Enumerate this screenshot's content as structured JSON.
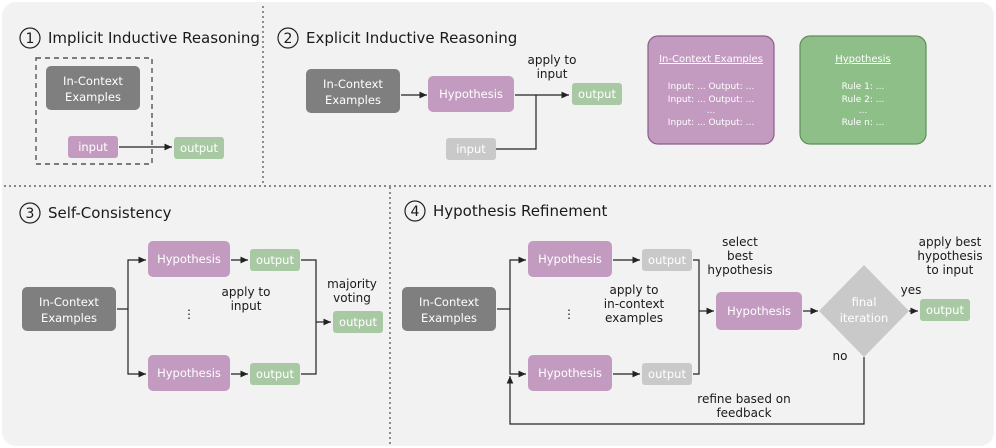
{
  "colors": {
    "panel": "#f2f2f2",
    "gray_box": "#7f7f7f",
    "purple_box": "#c39bc1",
    "green_box": "#a9c9a4",
    "light_gray_box": "#c9c9c9",
    "hyp_card": "#8fbf88",
    "diamond": "#c9c9c9"
  },
  "panel1": {
    "number": "1",
    "title": "Implicit Inductive Reasoning",
    "icl": "In-Context Examples",
    "input": "input",
    "output": "output"
  },
  "panel2": {
    "number": "2",
    "title": "Explicit Inductive Reasoning",
    "icl": "In-Context Examples",
    "hypothesis": "Hypothesis",
    "apply_label": [
      "apply to",
      "input"
    ],
    "output": "output",
    "input": "input",
    "icl_card": {
      "title": "In-Context Examples",
      "lines": [
        "Input: ... Output: ...",
        "Input: ... Output: ...",
        "...",
        "Input: ... Output: ..."
      ]
    },
    "hyp_card": {
      "title": "Hypothesis",
      "lines": [
        "Rule 1: ...",
        "Rule 2: ...",
        "...",
        "Rule n: ..."
      ]
    }
  },
  "panel3": {
    "number": "3",
    "title": "Self-Consistency",
    "icl": "In-Context Examples",
    "hyp_top": "Hypothesis",
    "hyp_bottom": "Hypothesis",
    "out_top": "output",
    "out_bottom": "output",
    "apply_label": [
      "apply to",
      "input"
    ],
    "ellipsis": "⋮",
    "vote_label": [
      "majority",
      "voting"
    ],
    "final_output": "output"
  },
  "panel4": {
    "number": "4",
    "title": "Hypothesis Refinement",
    "icl": "In-Context Examples",
    "hyp_top": "Hypothesis",
    "hyp_bottom": "Hypothesis",
    "out_top": "output",
    "out_bottom": "output",
    "apply_label": [
      "apply to",
      "in-context",
      "examples"
    ],
    "ellipsis": "⋮",
    "select_label": [
      "select",
      "best",
      "hypothesis"
    ],
    "best_hyp": "Hypothesis",
    "decision": [
      "final",
      "iteration"
    ],
    "yes": "yes",
    "no": "no",
    "apply_best_label": [
      "apply best",
      "hypothesis",
      "to input"
    ],
    "final_output": "output",
    "refine_label": [
      "refine based on",
      "feedback"
    ]
  }
}
